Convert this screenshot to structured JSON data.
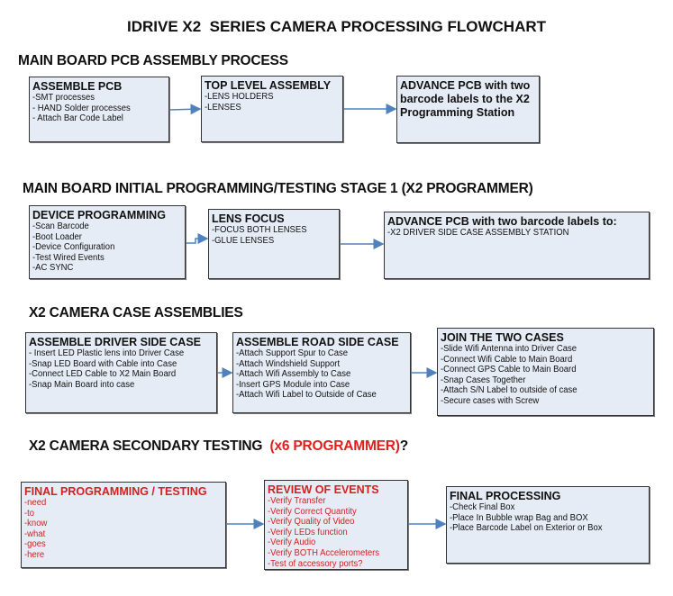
{
  "title": "IDRIVE X2  SERIES CAMERA PROCESSING FLOWCHART",
  "colors": {
    "box_fill": "#e6ecf5",
    "arrow": "#4f81bd",
    "highlight": "#d42020"
  },
  "sections": [
    {
      "heading": "MAIN BOARD PCB ASSEMBLY PROCESS",
      "boxes": [
        {
          "title": "ASSEMBLE PCB",
          "items": [
            " -SMT processes",
            "- HAND Solder processes",
            "- Attach Bar Code Label"
          ]
        },
        {
          "title": "TOP LEVEL ASSEMBLY",
          "items": [
            "-LENS HOLDERS",
            "-LENSES"
          ]
        },
        {
          "title": "ADVANCE PCB with two barcode labels to the  X2 Programming Station",
          "items": []
        }
      ]
    },
    {
      "heading": "MAIN BOARD INITIAL PROGRAMMING/TESTING STAGE 1 (X2 PROGRAMMER)",
      "boxes": [
        {
          "title": "DEVICE PROGRAMMING",
          "items": [
            "-Scan Barcode",
            "-Boot Loader",
            "-Device Configuration",
            "-Test Wired Events",
            "-AC SYNC"
          ]
        },
        {
          "title": "LENS FOCUS",
          "items": [
            "-FOCUS BOTH LENSES",
            "-GLUE LENSES"
          ]
        },
        {
          "title": "ADVANCE PCB with two barcode labels to:",
          "items": [
            "-X2 DRIVER  SIDE  CASE  ASSEMBLY STATION"
          ]
        }
      ]
    },
    {
      "heading": "X2 CAMERA CASE ASSEMBLIES",
      "boxes": [
        {
          "title": "ASSEMBLE DRIVER SIDE CASE",
          "items": [
            "- Insert LED Plastic lens into Driver Case",
            "-Snap LED Board with Cable into Case",
            "-Connect LED Cable to X2 Main Board",
            "-Snap Main Board into case"
          ]
        },
        {
          "title": "ASSEMBLE ROAD SIDE CASE",
          "items": [
            "-Attach Support Spur to Case",
            "-Attach Windshield Support",
            "-Attach Wifi Assembly to Case",
            "-Insert GPS Module into Case",
            "-Attach Wifi Label to Outside of Case"
          ]
        },
        {
          "title": "JOIN THE TWO CASES",
          "items": [
            "-Slide Wifi Antenna into Driver Case",
            "-Connect Wifi Cable to Main Board",
            "-Connect GPS Cable to Main Board",
            "-Snap Cases Together",
            "-Attach S/N Label to outside of case",
            "-Secure cases with Screw"
          ]
        }
      ]
    },
    {
      "heading": "X2 CAMERA SECONDARY TESTING  ",
      "heading_highlight": "(x6 PROGRAMMER)",
      "heading_suffix": "?",
      "boxes": [
        {
          "title": "FINAL PROGRAMMING / TESTING",
          "items": [
            "-need",
            "-to",
            "-know",
            "-what",
            "-goes",
            "-here"
          ]
        },
        {
          "title": "REVIEW OF EVENTS",
          "items": [
            "-Verify Transfer",
            "-Verify Correct Quantity",
            "-Verify Quality of Video",
            "-Verify LEDs function",
            "-Verify Audio",
            "-Verify BOTH Accelerometers",
            "-Test of accessory ports?"
          ]
        },
        {
          "title": "FINAL PROCESSING",
          "items": [
            " -Check Final Box",
            "-Place In Bubble wrap Bag and BOX",
            "-Place Barcode Label on Exterior or Box"
          ]
        }
      ]
    }
  ]
}
